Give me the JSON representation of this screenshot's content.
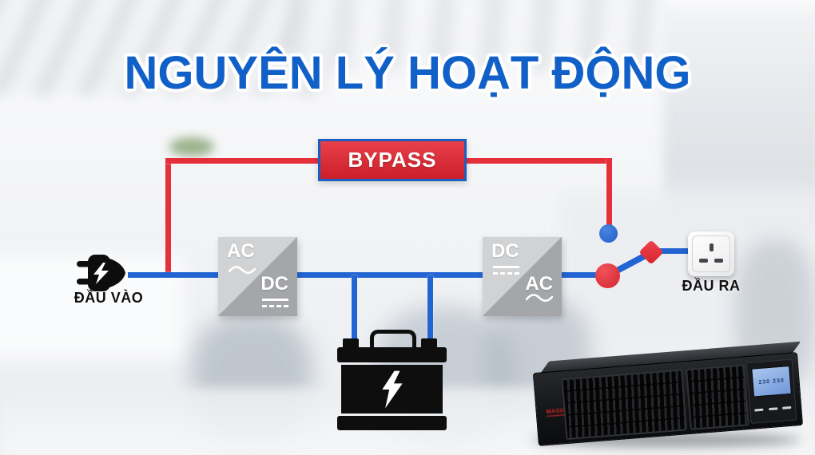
{
  "title": "NGUYÊN LÝ HOẠT ĐỘNG",
  "diagram": {
    "bypass_label": "BYPASS",
    "input_label": "ĐẦU VÀO",
    "output_label": "ĐẦU RA",
    "rectifier": {
      "from": "AC",
      "to": "DC"
    },
    "inverter": {
      "from": "DC",
      "to": "AC"
    }
  },
  "device": {
    "brand": "MASU",
    "lcd_text": "230 230"
  },
  "colors": {
    "title_blue": "#1160c8",
    "line_blue": "#2264d2",
    "line_red": "#e5303a",
    "bypass_bg": "#d92531",
    "bypass_border": "#1d5ebe",
    "converter_light": "#d1d2d4",
    "converter_dark": "#a4a6a9"
  }
}
